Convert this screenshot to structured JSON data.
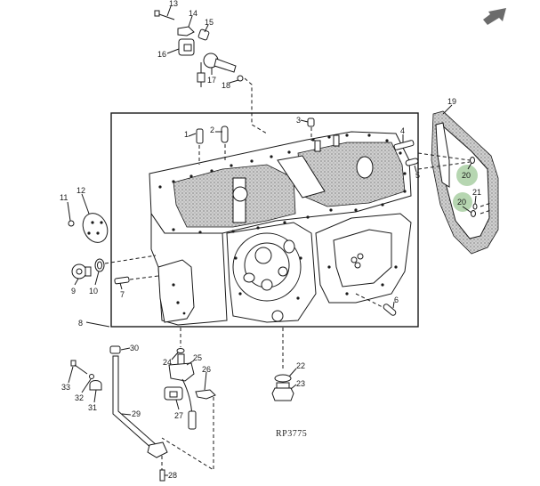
{
  "diagram": {
    "reference_code": "RP3775",
    "subject": "Transmission case exploded parts view",
    "callouts": [
      {
        "id": "1",
        "label": "1"
      },
      {
        "id": "2",
        "label": "2"
      },
      {
        "id": "3",
        "label": "3"
      },
      {
        "id": "4",
        "label": "4"
      },
      {
        "id": "5",
        "label": "5"
      },
      {
        "id": "6",
        "label": "6"
      },
      {
        "id": "7",
        "label": "7"
      },
      {
        "id": "8",
        "label": "8"
      },
      {
        "id": "9",
        "label": "9"
      },
      {
        "id": "10",
        "label": "10"
      },
      {
        "id": "11",
        "label": "11"
      },
      {
        "id": "12",
        "label": "12"
      },
      {
        "id": "13",
        "label": "13"
      },
      {
        "id": "14",
        "label": "14"
      },
      {
        "id": "15",
        "label": "15"
      },
      {
        "id": "16",
        "label": "16"
      },
      {
        "id": "17",
        "label": "17"
      },
      {
        "id": "18",
        "label": "18"
      },
      {
        "id": "19",
        "label": "19"
      },
      {
        "id": "20a",
        "label": "20",
        "highlighted": true
      },
      {
        "id": "20b",
        "label": "20",
        "highlighted": true
      },
      {
        "id": "21",
        "label": "21"
      },
      {
        "id": "22",
        "label": "22"
      },
      {
        "id": "23",
        "label": "23"
      },
      {
        "id": "24",
        "label": "24"
      },
      {
        "id": "25",
        "label": "25"
      },
      {
        "id": "26",
        "label": "26"
      },
      {
        "id": "27",
        "label": "27"
      },
      {
        "id": "28",
        "label": "28"
      },
      {
        "id": "29",
        "label": "29"
      },
      {
        "id": "30",
        "label": "30"
      },
      {
        "id": "31",
        "label": "31"
      },
      {
        "id": "32",
        "label": "32"
      },
      {
        "id": "33",
        "label": "33"
      }
    ],
    "highlight_color": "#a9cfa3",
    "line_color": "#1a1a1a"
  },
  "navigation": {
    "arrow_icon": "arrow-up-right-icon",
    "arrow_color": "#6b6b6b"
  }
}
